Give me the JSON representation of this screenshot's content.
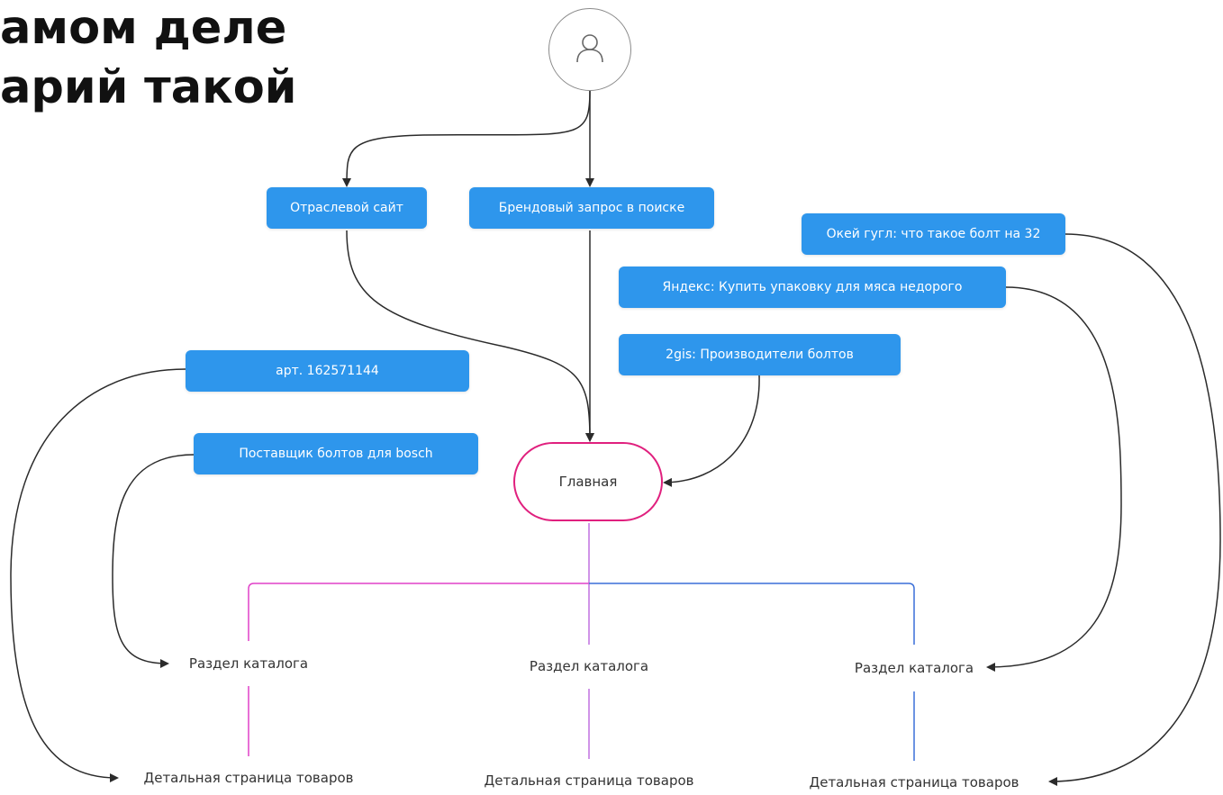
{
  "title": {
    "line1": "амом деле",
    "line2": "арий такой"
  },
  "user": {
    "icon": "user-icon"
  },
  "sources": {
    "industry_site": "Отраслевой сайт",
    "brand_search": "Брендовый запрос в поиске",
    "ok_google": "Окей гугл: что такое болт на 32",
    "yandex": "Яндекс: Купить упаковку для мяса недорого",
    "twogis": "2gis: Производители болтов",
    "article": "арт. 162571144",
    "supplier": "Поставщик болтов для bosch"
  },
  "main_page": "Главная",
  "catalog_sections": [
    "Раздел каталога",
    "Раздел каталога",
    "Раздел каталога"
  ],
  "product_pages": [
    "Детальная страница товаров",
    "Детальная страница товаров",
    "Детальная страница товаров"
  ],
  "colors": {
    "box_blue": "#2e96ec",
    "main_border": "#e0207e",
    "branch_left": "#e040c8",
    "branch_center": "#c070e0",
    "branch_right": "#3a6fd8",
    "arrow": "#2b2b2b"
  }
}
